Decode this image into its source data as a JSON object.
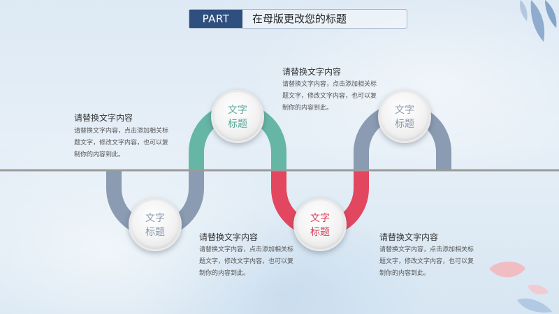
{
  "header": {
    "part_label": "PART",
    "title": "在母版更改您的标题"
  },
  "colors": {
    "navy": "#2f4f7e",
    "steel": "#8a9bb2",
    "teal": "#66b6a6",
    "red": "#e2475f",
    "divider": "#9b9b9b"
  },
  "nodes": [
    {
      "label": "文字\n标题",
      "color": "steel"
    },
    {
      "label": "文字\n标题",
      "color": "teal"
    },
    {
      "label": "文字\n标题",
      "color": "red"
    },
    {
      "label": "文字\n标题",
      "color": "steel"
    }
  ],
  "descriptions": [
    {
      "title": "请替换文字内容",
      "body": "请替换文字内容，点击添加相关标题文字，修改文字内容，也可以复制你的内容到此。"
    },
    {
      "title": "请替换文字内容",
      "body": "请替换文字内容，点击添加相关标题文字，修改文字内容，也可以复制你的内容到此。"
    },
    {
      "title": "请替换文字内容",
      "body": "请替换文字内容，点击添加相关标题文字，修改文字内容，也可以复制你的内容到此。"
    },
    {
      "title": "请替换文字内容",
      "body": "请替换文字内容，点击添加相关标题文字，修改文字内容，也可以复制你的内容到此。"
    }
  ]
}
